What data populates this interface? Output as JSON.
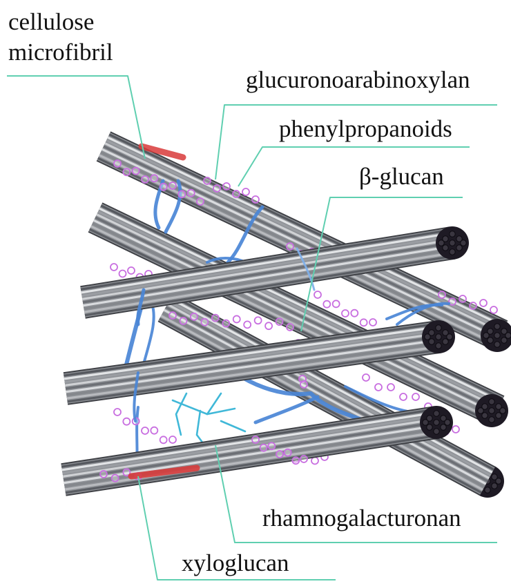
{
  "labels": {
    "cellulose_line1": "cellulose",
    "cellulose_line2": "microfibril",
    "glucuronoarabinoxylan": "glucuronoarabinoxylan",
    "phenylpropanoids": "phenylpropanoids",
    "beta_glucan": "β-glucan",
    "rhamnogalacturonan": "rhamnogalacturonan",
    "xyloglucan": "xyloglucan"
  },
  "colors": {
    "leader_line": "#5fcfb0",
    "microfibril_body": "#8e9196",
    "hemicellulose_strand": "#4a86d6",
    "phenylpropanoid_ring": "#c86ee0",
    "rhamnogalacturonan_highlight": "#d93a3a",
    "xyloglucan_branch": "#40b8d8",
    "fibril_end": "#1e1a24"
  }
}
